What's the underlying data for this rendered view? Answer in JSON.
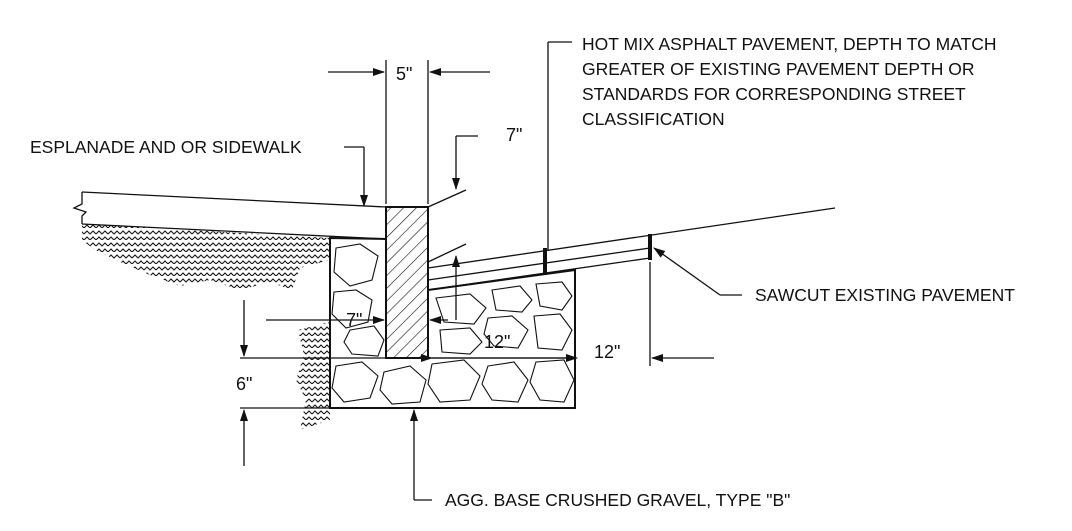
{
  "labels": {
    "asphalt_line1": "HOT MIX ASPHALT PAVEMENT, DEPTH TO MATCH",
    "asphalt_line2": "GREATER OF EXISTING PAVEMENT DEPTH OR",
    "asphalt_line3": "STANDARDS FOR CORRESPONDING STREET",
    "asphalt_line4": "CLASSIFICATION",
    "esplanade": "ESPLANADE AND OR SIDEWALK",
    "sawcut": "SAWCUT EXISTING PAVEMENT",
    "agg_base": "AGG. BASE CRUSHED GRAVEL, TYPE \"B\""
  },
  "dimensions": {
    "curb_top_width": "5\"",
    "curb_reveal": "7\"",
    "curb_bottom_width": "7\"",
    "gutter_base_width": "12\"",
    "sawcut_offset": "12\"",
    "base_depth": "6\""
  },
  "colors": {
    "line": "#111111",
    "background": "#ffffff"
  }
}
